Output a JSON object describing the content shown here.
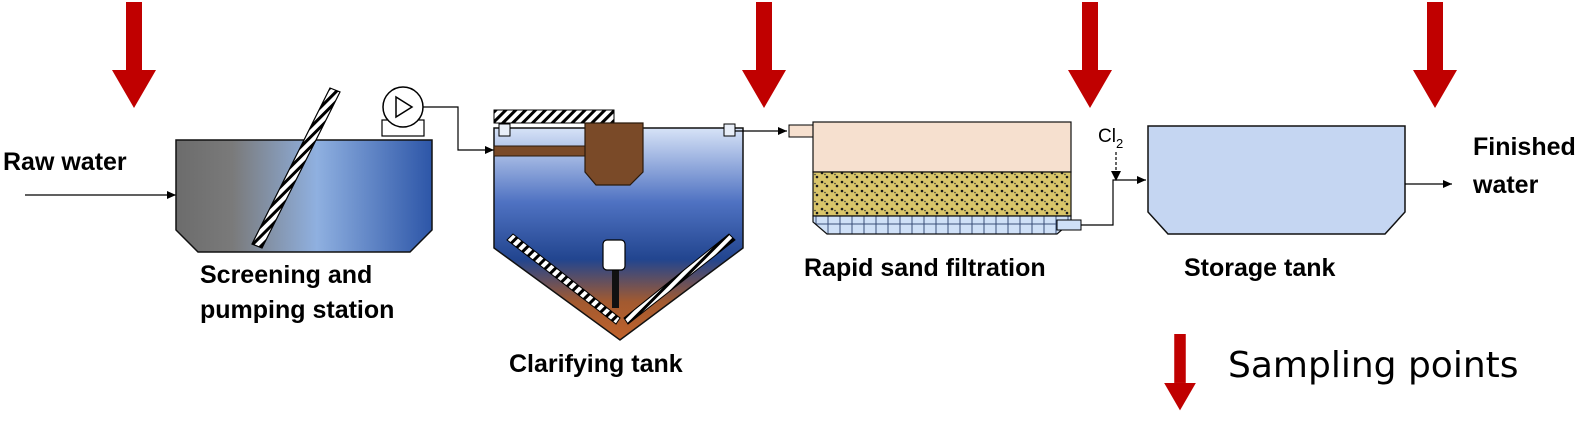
{
  "labels": {
    "raw_water": "Raw water",
    "screening_line1": "Screening and",
    "screening_line2": "pumping station",
    "clarifying": "Clarifying tank",
    "filtration": "Rapid sand filtration",
    "storage": "Storage tank",
    "finished_line1": "Finished",
    "finished_line2": "water",
    "chlorine_symbol": "Cl",
    "chlorine_subscript": "2"
  },
  "legend": {
    "label": "Sampling points"
  },
  "colors": {
    "sampling_arrow": "#c00000",
    "water_dark": "#2b4f9e",
    "water_light": "#8fb0e0",
    "screen_gray": "#6e6e6e",
    "sludge": "#b0521e",
    "pipe_brown": "#7a4a28",
    "filter_top": "#f6e0cf",
    "sand": "#d9c56a",
    "underdrain": "#cfe0f7",
    "storage_fill": "#c5d6f2"
  },
  "icons": [
    "sampling-arrow-icon",
    "pump-icon",
    "bar-screen-icon",
    "chlorine-dose-icon"
  ]
}
